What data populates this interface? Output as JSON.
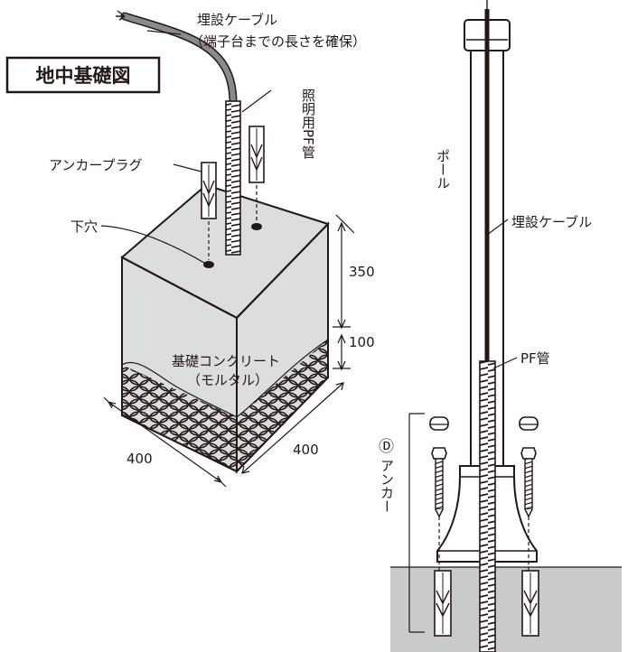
{
  "title": "地中基礎図",
  "labels": {
    "buried_cable": "埋設ケーブル",
    "buried_cable_note": "（端子台までの長さを確保）",
    "lighting_pf_vertical": "照明用PF管",
    "anchor_plug": "アンカープラグ",
    "pilot_hole": "下穴",
    "concrete": "基礎コンクリート",
    "mortar": "（モルタル）",
    "pole_vertical": "ポール",
    "buried_cable_right": "埋設ケーブル",
    "pf_pipe": "PF管",
    "anchor_marker": "Ⓓ",
    "anchor_vertical": "アンカー"
  },
  "dimensions": {
    "height_main": "350",
    "height_base": "100",
    "width_left": "400",
    "width_right": "400"
  },
  "colors": {
    "line": "#231815",
    "concrete_fill": "#dcdddd",
    "ground_fill": "#c9caca",
    "white": "#ffffff",
    "cable": "#555555"
  }
}
